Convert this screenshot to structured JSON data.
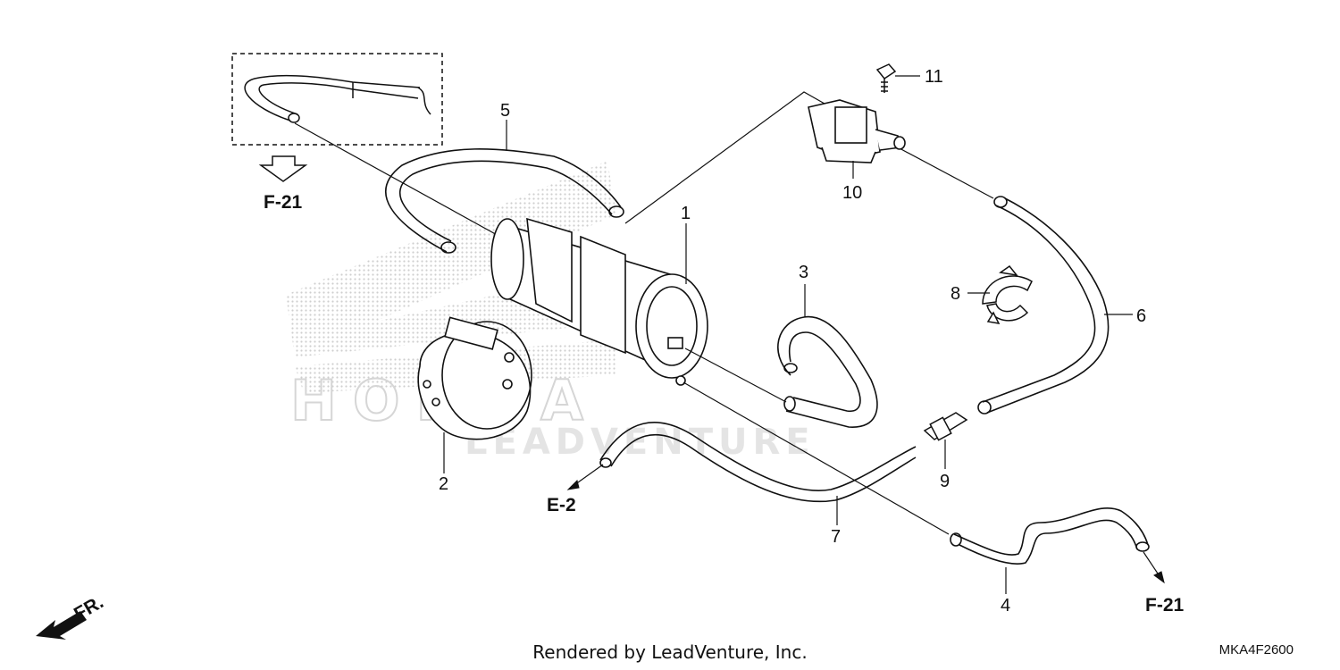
{
  "watermark": {
    "brand": "HONDA",
    "text": "LEADVENTURE"
  },
  "callouts": [
    "1",
    "2",
    "3",
    "4",
    "5",
    "6",
    "7",
    "8",
    "9",
    "10",
    "11"
  ],
  "references": {
    "f21_top": "F-21",
    "f21_bottom": "F-21",
    "e2": "E-2",
    "front": "FR."
  },
  "footer": {
    "credit": "Rendered by LeadVenture, Inc.",
    "diagram_code": "MKA4F2600"
  },
  "colors": {
    "line": "#111111",
    "watermark": "#d9d9d9"
  }
}
